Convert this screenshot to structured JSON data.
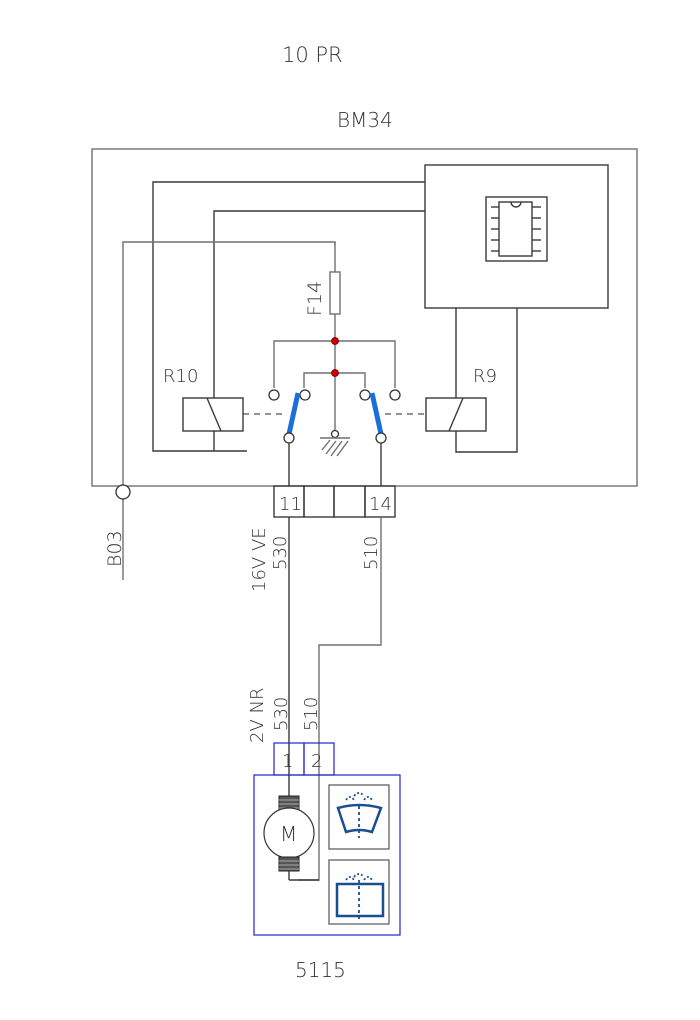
{
  "title": "10 PR",
  "module": {
    "id": "BM34",
    "fuse": "F14",
    "relays": [
      {
        "id": "R10"
      },
      {
        "id": "R9"
      }
    ],
    "connector_pins": [
      "11",
      "",
      "",
      "14"
    ],
    "ground_point": "B03"
  },
  "harness_upper": {
    "connector_info": "16V VE",
    "wire_left": "530",
    "wire_right": "510"
  },
  "harness_lower": {
    "connector_info": "2V NR",
    "wire_left": "530",
    "wire_right": "510"
  },
  "motor": {
    "id": "5115",
    "symbol": "M",
    "connector_pins": [
      "1",
      "2"
    ],
    "icons": [
      "windshield-washer-icon",
      "rear-window-washer-icon"
    ],
    "accent_color": "#1a4f8f"
  },
  "colors": {
    "junction": "#cc0000",
    "switch_arm": "#1a6fdc",
    "connector_outline": "#2222cc"
  }
}
